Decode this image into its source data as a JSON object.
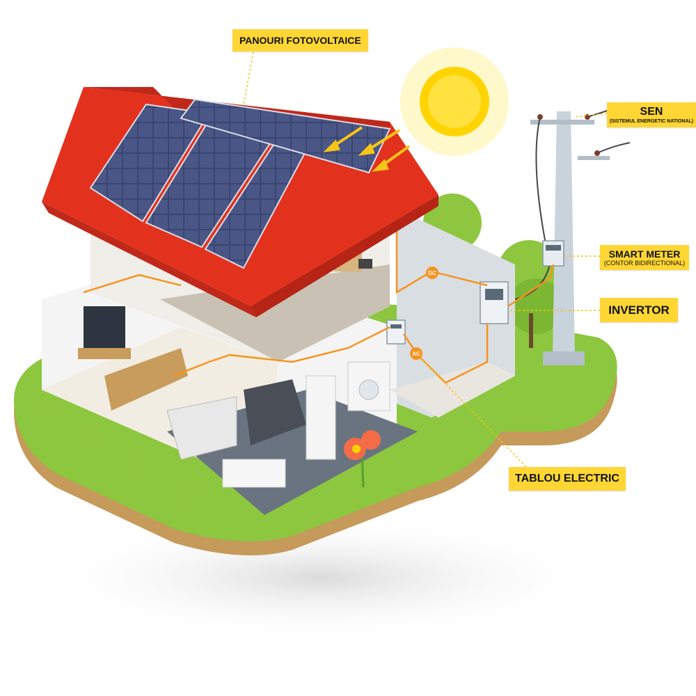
{
  "labels": {
    "panels": "PANOURI FOTOVOLTAICE",
    "sen": "SEN",
    "sen_sub": "(SISTEMUL ENERGETIC NATIONAL)",
    "smart_meter": "SMART METER",
    "smart_meter_sub": "(CONTOR BIDIRECTIONAL)",
    "invertor": "INVERTOR",
    "tablou": "TABLOU ELECTRIC"
  },
  "wire_tags": {
    "dc": "DC",
    "ac": "AC"
  },
  "colors": {
    "label_bg": "#ffd633",
    "roof": "#e2321e",
    "panel": "#3a4570",
    "grass": "#8dc63f",
    "soil": "#c69a5b",
    "wire": "#f7931e",
    "sun": "#ffd400",
    "tree": "#8ec63f"
  },
  "icons": [
    "sun-icon",
    "utility-pole-icon",
    "smart-meter-icon",
    "inverter-icon",
    "electrical-panel-icon"
  ]
}
